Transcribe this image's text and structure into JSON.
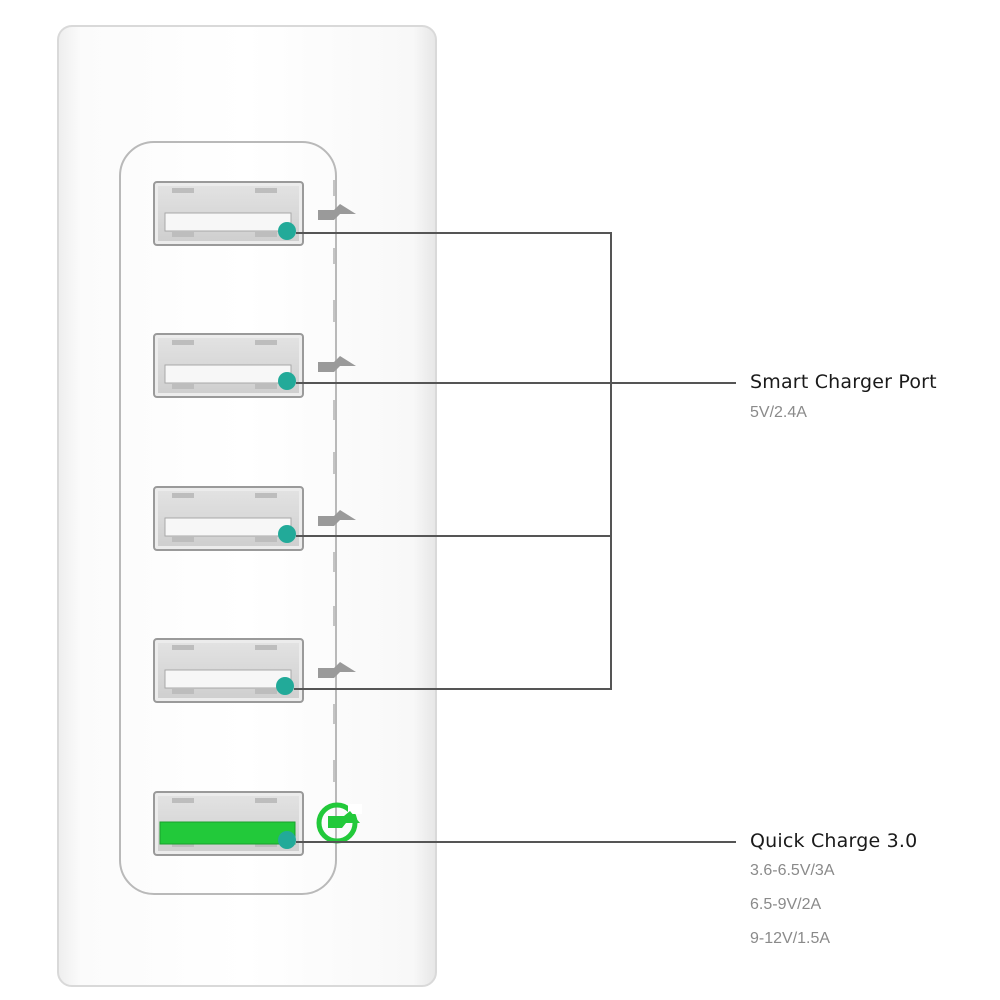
{
  "callouts": {
    "smart": {
      "title": "Smart Charger Port",
      "specs": [
        "5V/2.4A"
      ]
    },
    "quick": {
      "title": "Quick Charge 3.0",
      "specs": [
        "3.6-6.5V/3A",
        "6.5-9V/2A",
        "9-12V/1.5A"
      ]
    }
  },
  "ports": [
    {
      "type": "usb-a-standard",
      "insert_color": "#f7f7f7",
      "indicator_color": "#22aa99"
    },
    {
      "type": "usb-a-standard",
      "insert_color": "#f7f7f7",
      "indicator_color": "#22aa99"
    },
    {
      "type": "usb-a-standard",
      "insert_color": "#f7f7f7",
      "indicator_color": "#22aa99"
    },
    {
      "type": "usb-a-standard",
      "insert_color": "#f7f7f7",
      "indicator_color": "#22aa99"
    },
    {
      "type": "usb-a-quick-charge",
      "insert_color": "#22c93a",
      "indicator_color": "#22aa99"
    }
  ],
  "icons": {
    "standard_port": "lightning-bolt-icon",
    "quick_port": "quick-charge-icon"
  },
  "colors": {
    "body": "#ffffff",
    "body_edge": "#d6d6d6",
    "connector_line": "#555555",
    "quick_charge_green": "#22c93a",
    "indicator_teal": "#22aa99"
  }
}
